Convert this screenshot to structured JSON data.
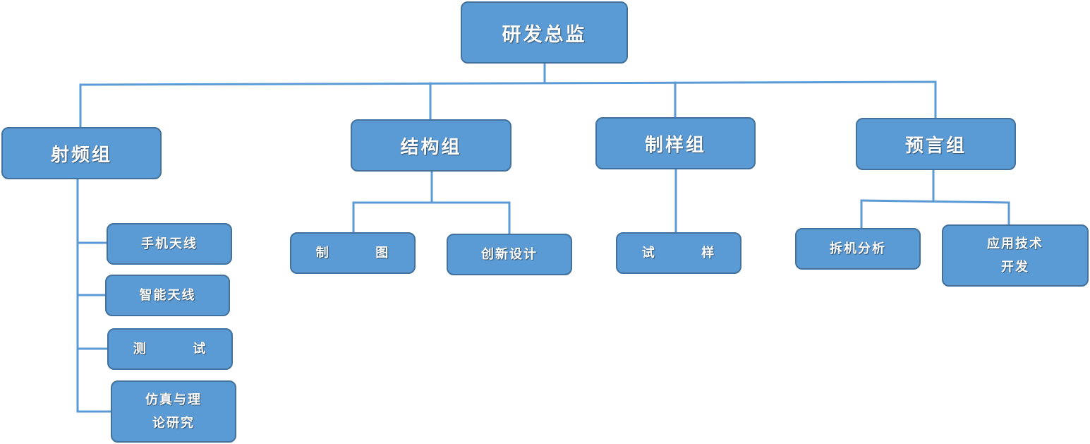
{
  "chart": {
    "root": {
      "label": "研发总监"
    },
    "groups": [
      {
        "label": "射频组",
        "children": [
          {
            "label": "手机天线"
          },
          {
            "label": "智能天线"
          },
          {
            "label": "测  试"
          },
          {
            "line1": "仿真与理",
            "line2": "论研究"
          }
        ]
      },
      {
        "label": "结构组",
        "children": [
          {
            "label": "制  图"
          },
          {
            "label": "创新设计"
          }
        ]
      },
      {
        "label": "制样组",
        "children": [
          {
            "label": "试  样"
          }
        ]
      },
      {
        "label": "预言组",
        "children": [
          {
            "label": "拆机分析"
          },
          {
            "line1": "应用技术",
            "line2": "开发"
          }
        ]
      }
    ]
  },
  "colors": {
    "node_fill": "#5b9bd5",
    "node_border": "#41719c",
    "connector": "#5b9bd5",
    "text": "#ffffff"
  }
}
